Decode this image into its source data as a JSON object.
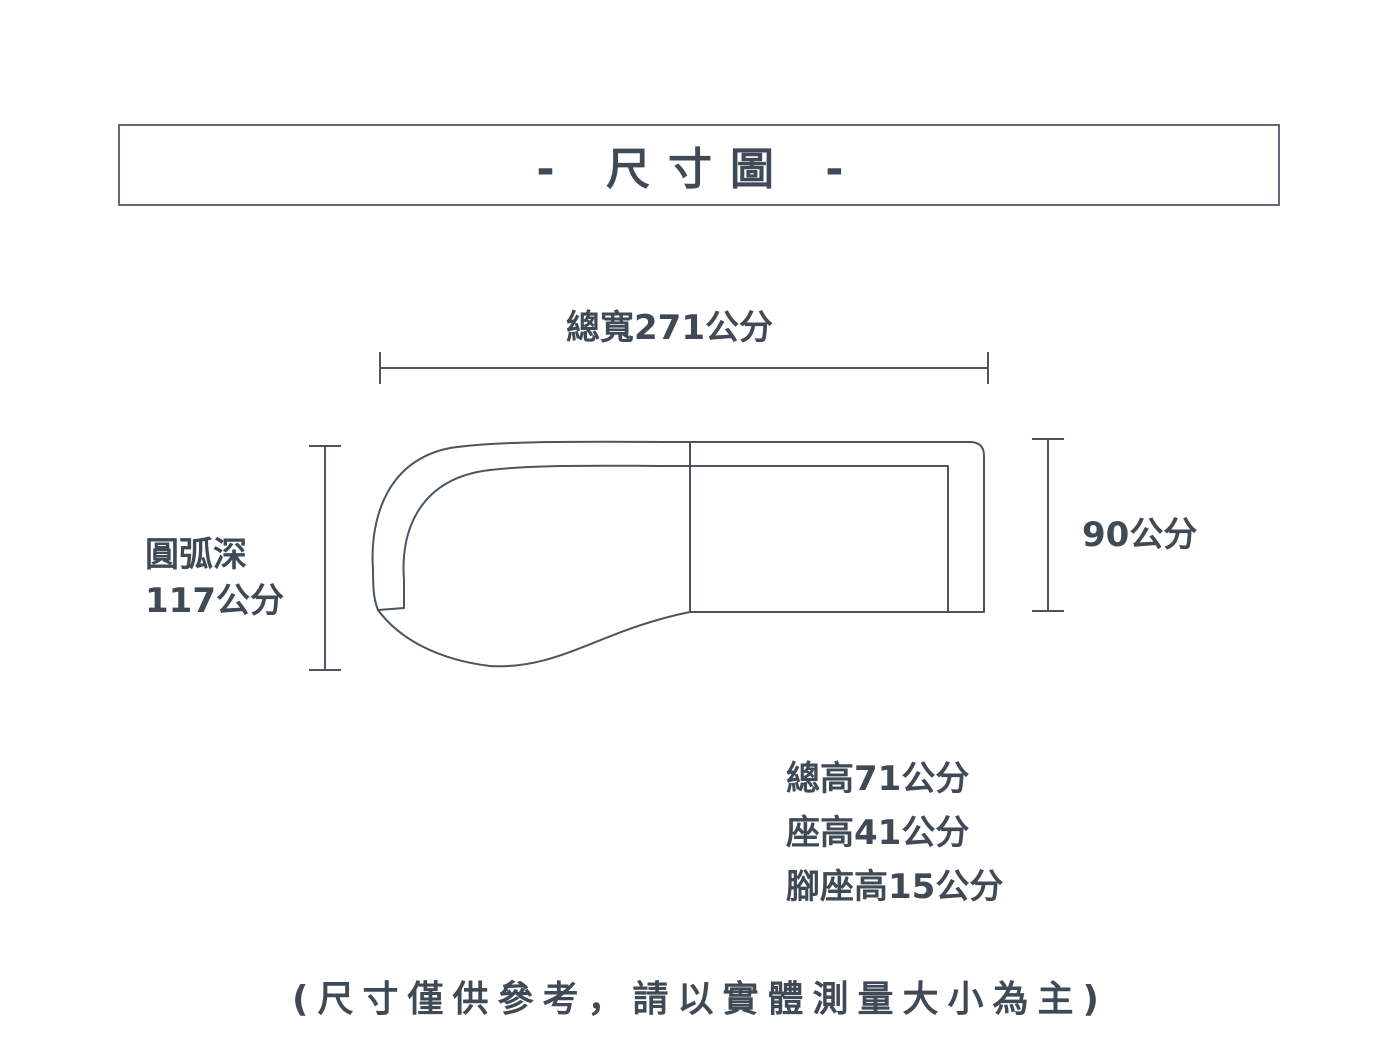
{
  "title": "- 尺寸圖 -",
  "dimensions": {
    "total_width": "總寬271公分",
    "arc_depth_line1": "圓弧深",
    "arc_depth_line2": "117公分",
    "section_height": "90公分"
  },
  "specs": [
    "總高71公分",
    "座高41公分",
    "腳座高15公分"
  ],
  "note": "(尺寸僅供參考，請以實體測量大小為主)",
  "colors": {
    "line": "#4a5561",
    "text": "#3f4a56",
    "border": "#5f6a76"
  }
}
